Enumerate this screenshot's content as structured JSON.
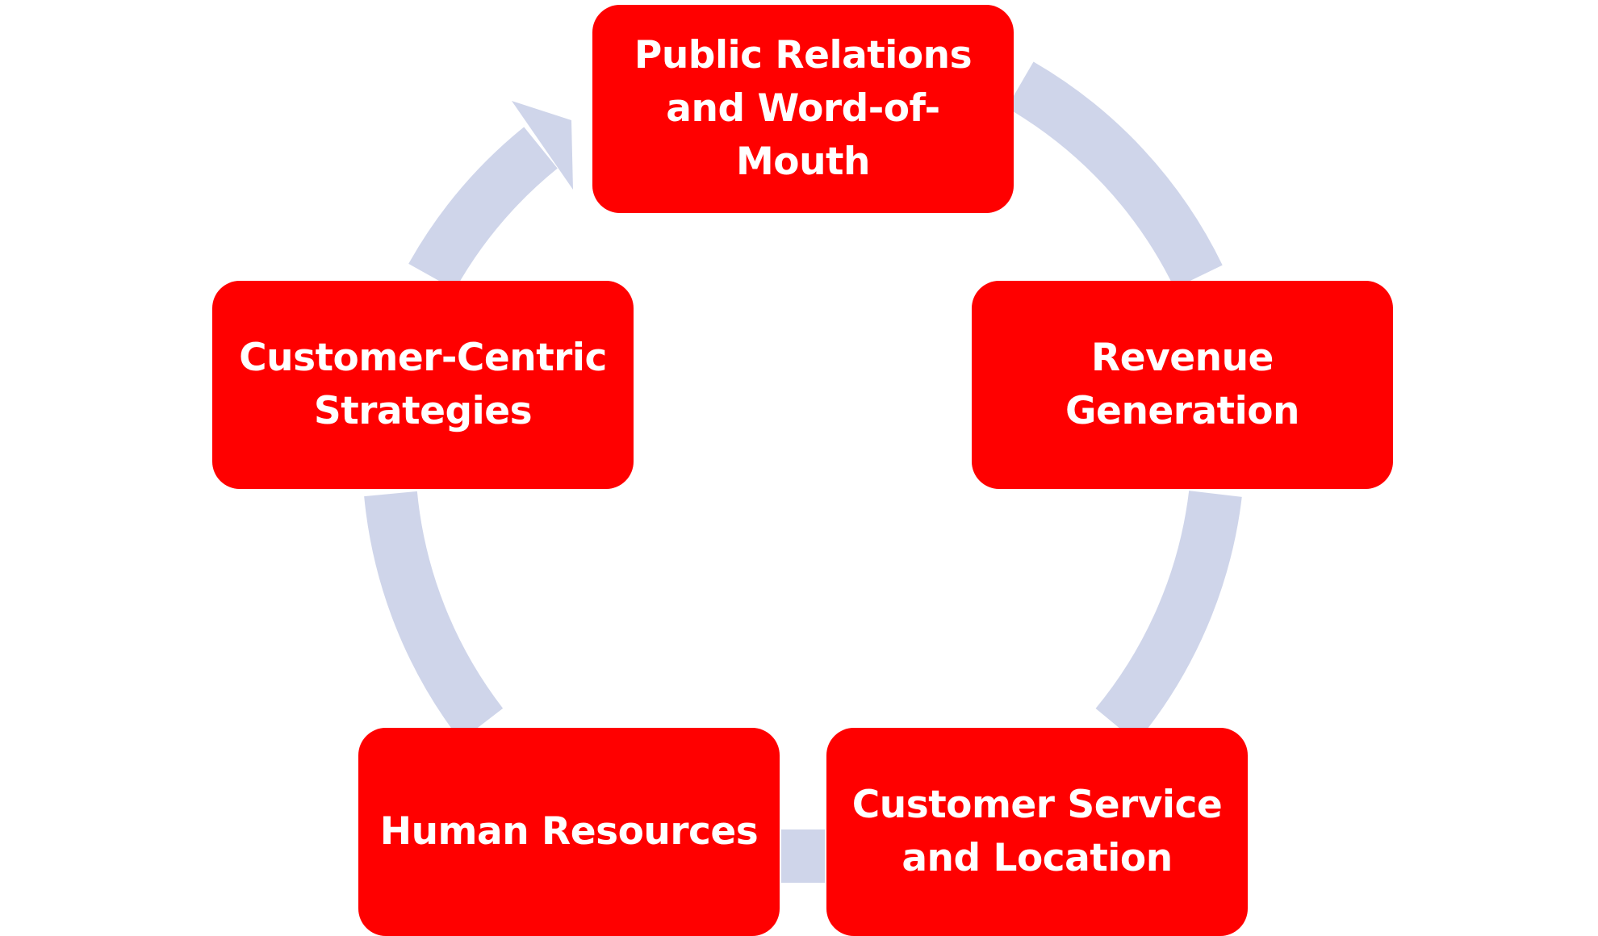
{
  "colors": {
    "node_fill": "#ff0000",
    "node_text": "#ffffff",
    "arrow_fill": "#cfd5ea"
  },
  "cycle": {
    "nodes": [
      {
        "label": "Public Relations and Word-of-Mouth"
      },
      {
        "label": "Revenue Generation"
      },
      {
        "label": "Customer Service and Location"
      },
      {
        "label": "Human Resources"
      },
      {
        "label": "Customer-Centric Strategies"
      }
    ]
  }
}
